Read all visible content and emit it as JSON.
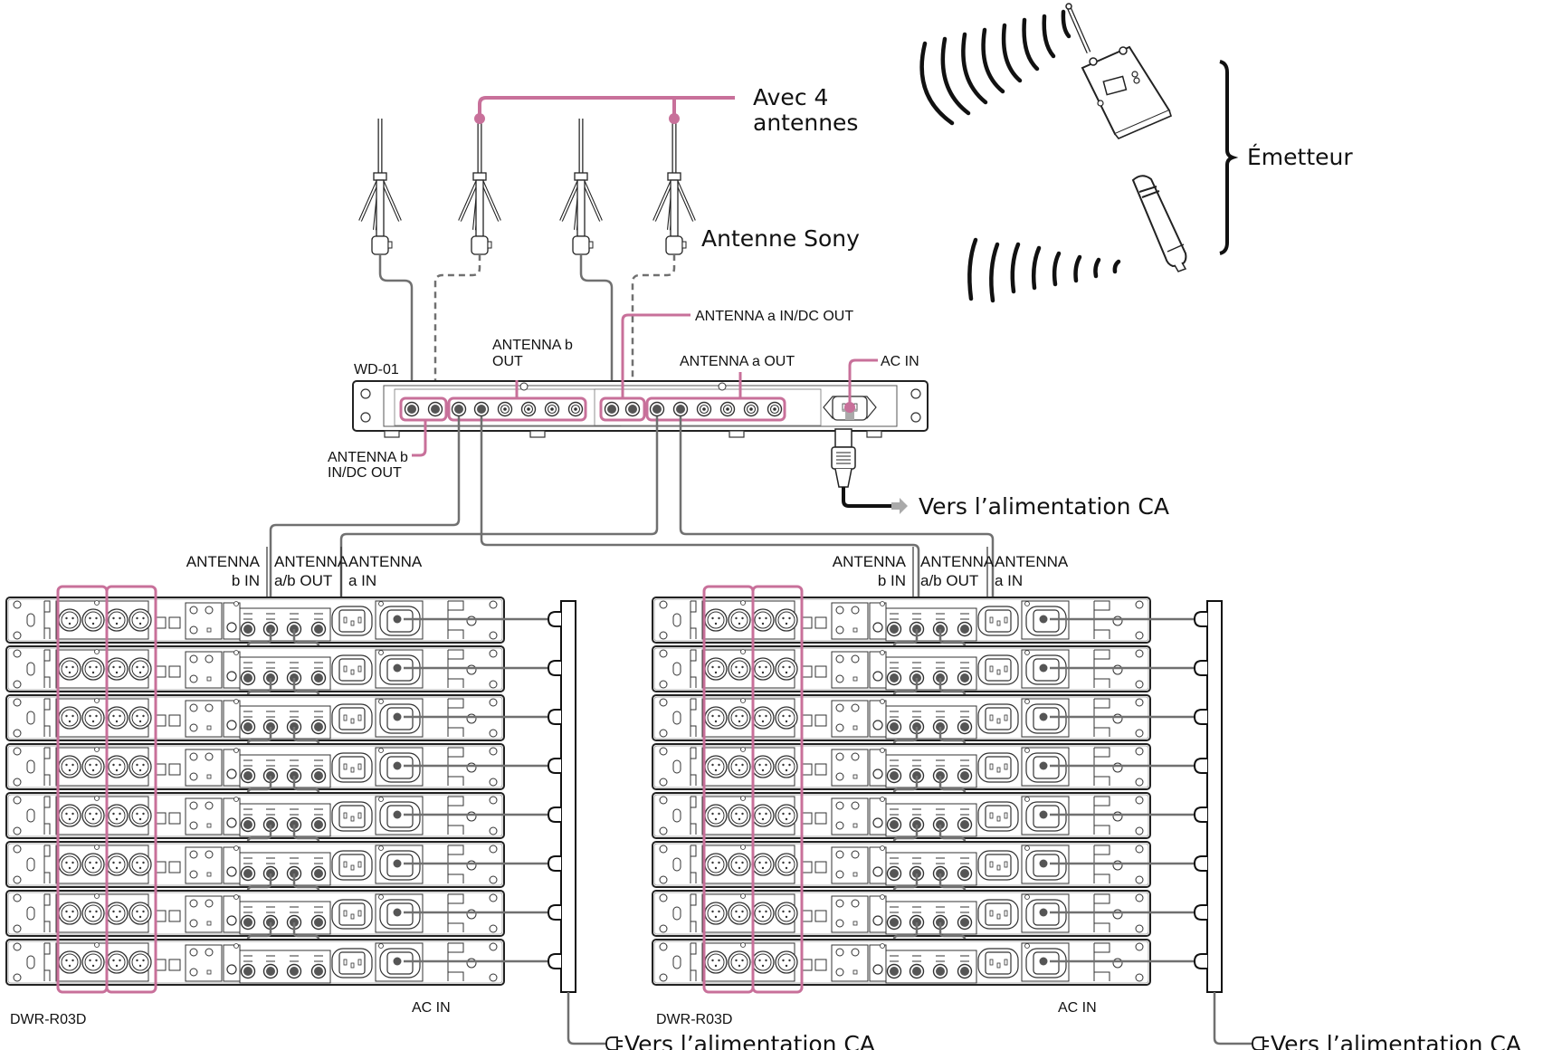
{
  "colors": {
    "accent": "#c8709a",
    "line": "#333333",
    "cable": "#707070"
  },
  "labels": {
    "avec_line1": "Avec 4",
    "avec_line2": "antennes",
    "antenne_sony": "Antenne Sony",
    "emetteur": "Émetteur",
    "wd01": "WD-01",
    "ant_b_out_1": "ANTENNA b",
    "ant_b_out_2": "OUT",
    "ant_a_out": "ANTENNA a OUT",
    "ant_a_in_dc": "ANTENNA a IN/DC OUT",
    "ac_in_top": "AC IN",
    "ant_b_in_dc_1": "ANTENNA b",
    "ant_b_in_dc_2": "IN/DC OUT",
    "vers_ca": "Vers l’alimentation CA"
  },
  "racks": [
    {
      "model": "DWR-R03D",
      "ac_in": "AC IN",
      "hdr_b_in_1": "ANTENNA",
      "hdr_b_in_2": "b IN",
      "hdr_ab_out_1": "ANTENNA",
      "hdr_ab_out_2": "a/b OUT",
      "hdr_a_in_1": "ANTENNA",
      "hdr_a_in_2": "a IN",
      "power": "Vers l’alimentation CA",
      "units": 8
    },
    {
      "model": "DWR-R03D",
      "ac_in": "AC IN",
      "hdr_b_in_1": "ANTENNA",
      "hdr_b_in_2": "b IN",
      "hdr_ab_out_1": "ANTENNA",
      "hdr_ab_out_2": "a/b OUT",
      "hdr_a_in_1": "ANTENNA",
      "hdr_a_in_2": "a IN",
      "power": "Vers l’alimentation CA",
      "units": 8
    }
  ]
}
